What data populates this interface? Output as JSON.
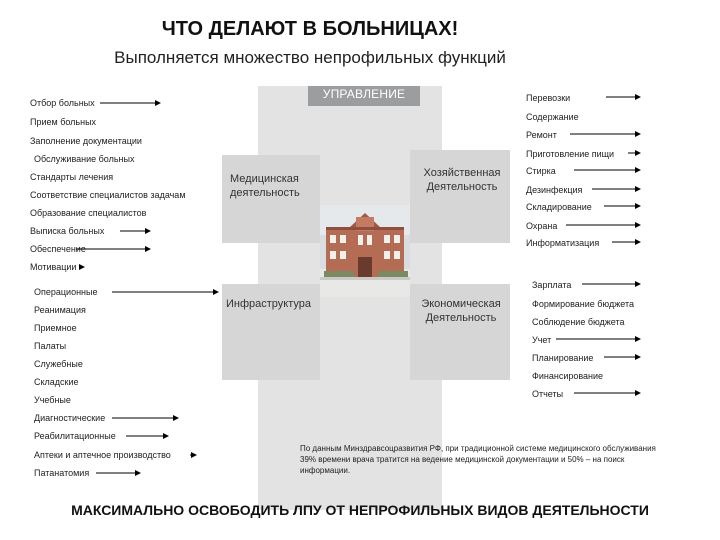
{
  "header": {
    "title": "ЧТО ДЕЛАЮТ В БОЛЬНИЦАХ!",
    "subtitle": "Выполняется множество непрофильных функций"
  },
  "center": {
    "management_label": "УПРАВЛЕНИЕ",
    "medical": "Медицинская деятельность",
    "economic_activity": "Хозяйственная Деятельность",
    "infrastructure": "Инфраструктура",
    "finance": "Экономическая Деятельность"
  },
  "left_items": [
    "Отбор больных",
    "Прием больных",
    "Заполнение документации",
    "Обслуживание больных",
    "Стандарты лечения",
    "Соответствие специалистов задачам",
    "Образование специалистов",
    "Выписка больных",
    "Обеспечение",
    "Мотивации",
    "Операционные",
    "Реанимация",
    "Приемное",
    "Палаты",
    "Служебные",
    "Складские",
    "Учебные",
    "Диагностические",
    "Реабилитационные",
    "Аптеки и аптечное производство",
    "Патанатомия"
  ],
  "right_items": [
    "Перевозки",
    "Содержание",
    "Ремонт",
    "Приготовление пищи",
    "Стирка",
    "Дезинфекция",
    "Складирование",
    "Охрана",
    "Информатизация",
    "Зарплата",
    "Формирование бюджета",
    "Соблюдение бюджета",
    "Учет",
    "Планирование",
    "Финансирование",
    "Отчеты"
  ],
  "note": "По данным Минздравсоцразвития РФ, при традиционной системе медицинского обслуживания 39% времени врача тратится на ведение медицинской документации и 50% – на поиск информации.",
  "footer": "МАКСИМАЛЬНО ОСВОБОДИТЬ ЛПУ ОТ НЕПРОФИЛЬНЫХ ВИДОВ ДЕЯТЕЛЬНОСТИ"
}
